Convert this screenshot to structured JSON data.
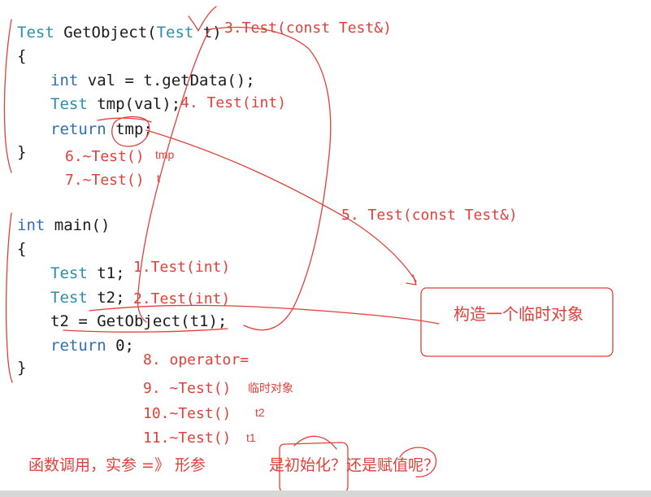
{
  "code": {
    "sig_type": "Test",
    "sig_name": " GetObject(",
    "sig_param_type": "Test",
    "sig_param": " t)",
    "brace_open_1": "{",
    "l1_kw": "int",
    "l1_rest": " val = t.getData();",
    "l2_type": "Test",
    "l2_rest": " tmp(val);",
    "l3_kw": "return",
    "l3_rest": " tmp;",
    "brace_close_1": "}",
    "main_kw": "int",
    "main_rest": " main()",
    "brace_open_2": "{",
    "m1_type": "Test",
    "m1_rest": " t1;",
    "m2_type": "Test",
    "m2_rest": " t2;",
    "m3": "t2 = GetObject(t1);",
    "m4_kw": "return",
    "m4_rest": " 0;",
    "brace_close_2": "}"
  },
  "annotations": {
    "a3": "3.Test(const Test&)",
    "a4": "4. Test(int)",
    "a6": "6.~Test()",
    "a6_note": "tmp",
    "a7": "7.~Test()",
    "a7_note": "t",
    "a5": "5. Test(const Test&)",
    "a1": "1.Test(int)",
    "a2": "2.Test(int)",
    "a8": "8. operator=",
    "a9": "9. ~Test()",
    "a9_note": "临时对象",
    "a10": "10.~Test()",
    "a10_note": "t2",
    "a11": "11.~Test()",
    "a11_note": "t1",
    "box_label": "构造一个临时对象",
    "bottom_text_1": "函数调用，实参 =》 形参",
    "bottom_text_2": "是初始化？还是赋值呢？"
  },
  "colors": {
    "ink": "#1a1a1a",
    "keyword": "#2e6fb5",
    "type": "#2b8fa8",
    "annotation": "#e0403a"
  }
}
